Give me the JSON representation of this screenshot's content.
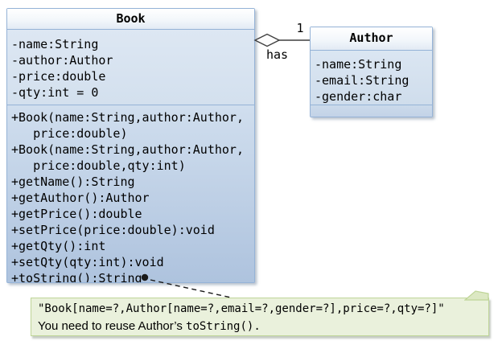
{
  "book_class": {
    "name": "Book",
    "attributes": [
      "-name:String",
      "-author:Author",
      "-price:double",
      "-qty:int = 0"
    ],
    "method_lines": [
      "+Book(name:String,author:Author,",
      "   price:double)",
      "+Book(name:String,author:Author,",
      "   price:double,qty:int)",
      "+getName():String",
      "+getAuthor():Author",
      "+getPrice():double",
      "+setPrice(price:double):void",
      "+getQty():int",
      "+setQty(qty:int):void",
      "+toString():String"
    ]
  },
  "author_class": {
    "name": "Author",
    "attributes": [
      "-name:String",
      "-email:String",
      "-gender:char"
    ],
    "methods": []
  },
  "association": {
    "type": "aggregation",
    "multiplicity": "1",
    "label": "has"
  },
  "note": {
    "line1": "\"Book[name=?,Author[name=?,email=?,gender=?],price=?,qty=?]\"",
    "line2_text": "You need to reuse Author’s ",
    "line2_code": "toString()."
  },
  "colors": {
    "class_border": "#95b3d7",
    "class_gradient_top": "#ffffff",
    "class_gradient_bottom": "#aec3de",
    "note_background": "#eaf1dc",
    "note_border": "#bfd598",
    "connector": "#3f3f3f"
  }
}
